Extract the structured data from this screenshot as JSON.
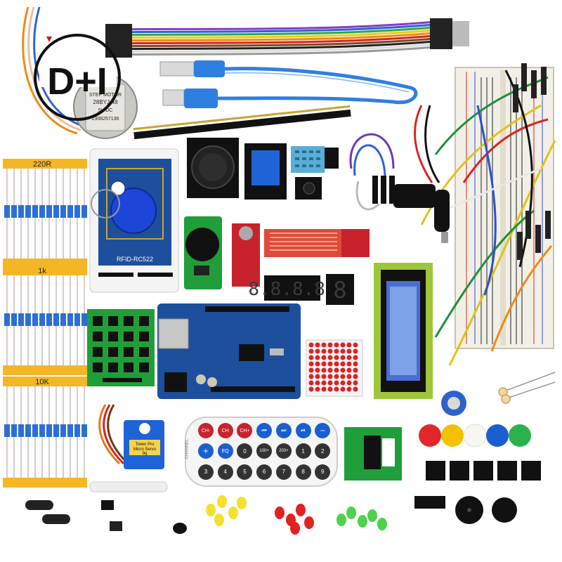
{
  "logo": {
    "text": "D+I",
    "color": "#111111",
    "accent": "#d8141c"
  },
  "stepper_motor": {
    "label": "STEP MOTOR",
    "model": "28BYJ-48",
    "voltage": "5V DC",
    "serial": "2308257136"
  },
  "resistors": {
    "groups": [
      {
        "value": "220R",
        "band_color": "#2b6fd6"
      },
      {
        "value": "1k",
        "band_color": "#2b6fd6"
      },
      {
        "value": "10K",
        "band_color": "#2b6fd6"
      }
    ]
  },
  "rfid": {
    "label": "RFID-RC522"
  },
  "servo": {
    "brand": "Tower Pro",
    "name": "Micro Servo",
    "model": "9g"
  },
  "remote": {
    "label": "CHANNEL",
    "keys": [
      "CH-",
      "CH",
      "CH+",
      "⏮",
      "⏭",
      "⏯",
      "−",
      "+",
      "EQ",
      "0",
      "100+",
      "200+",
      "1",
      "2",
      "3",
      "4",
      "5",
      "6",
      "7",
      "8",
      "9"
    ]
  },
  "seven_segment": {
    "four_digit": "8.8.8.8.",
    "single_digit": "8"
  },
  "keypad": {
    "rows": 4,
    "cols": 4
  },
  "colors": {
    "pcb_blue": "#1d4f9c",
    "pcb_green": "#1f9e3a",
    "pcb_red": "#c8232c",
    "lcd_green": "#9fc63b",
    "breadboard": "#f2efe6",
    "usb_blue": "#2f7fe0"
  },
  "caps": [
    "#e3262b",
    "#f2c200",
    "#f7f7f2",
    "#1a5fd0",
    "#2bb24c"
  ],
  "leds": {
    "yellow": "#f4e12a",
    "red": "#e02222",
    "green": "#4fd14f"
  }
}
